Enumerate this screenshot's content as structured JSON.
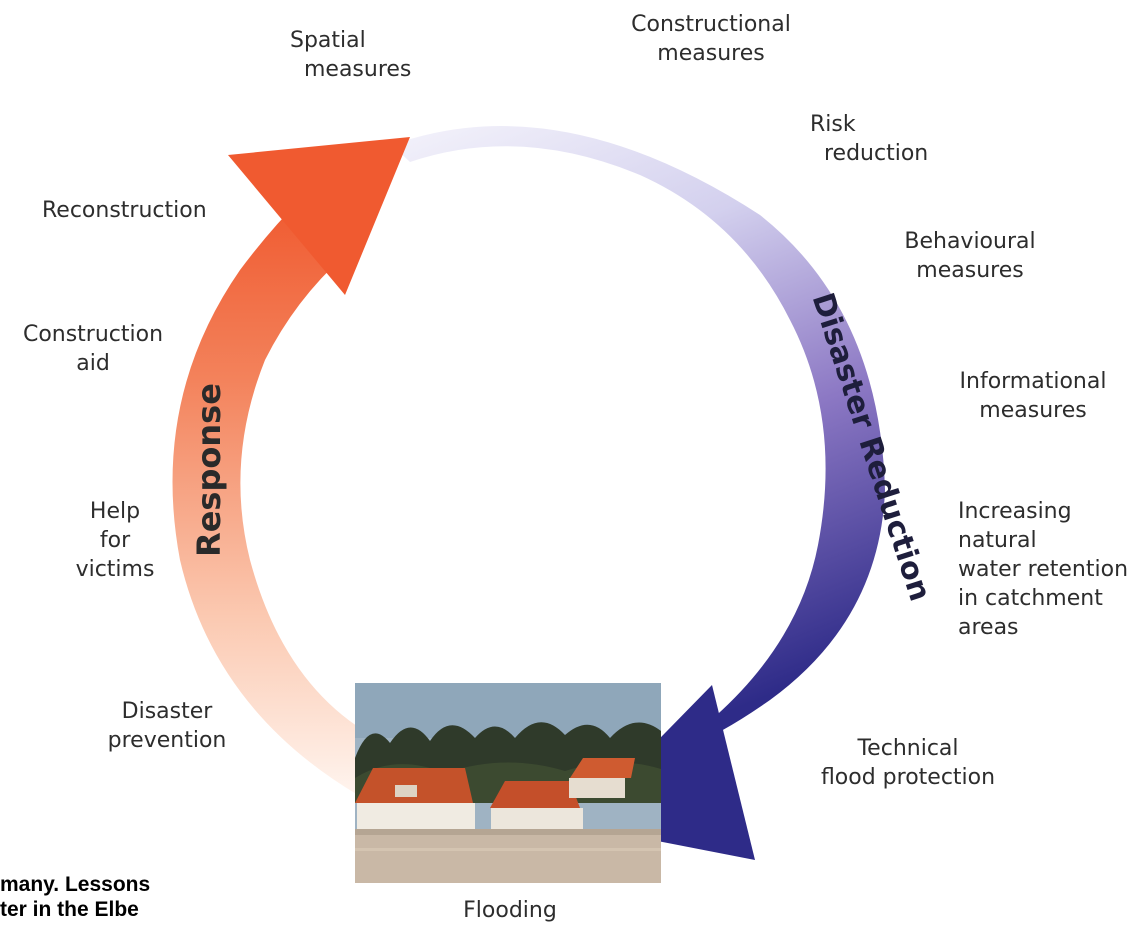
{
  "diagram": {
    "arcs": {
      "response": {
        "label": "Response",
        "color_start": "#fff1ea",
        "color_end": "#f0562f"
      },
      "disaster_reduction": {
        "label": "Disaster Reduction",
        "color_start": "#ecebf8",
        "color_end": "#2b2a86"
      }
    },
    "labels": {
      "spatial_measures": "Spatial\n  measures",
      "constructional_measures": "Constructional\nmeasures",
      "risk_reduction": "Risk\n  reduction",
      "behavioural_measures": "Behavioural\nmeasures",
      "informational_measures": "Informational\nmeasures",
      "increasing_retention": "Increasing\nnatural\nwater retention\nin catchment\nareas",
      "technical_flood_protection": "Technical\nflood protection",
      "reconstruction": "Reconstruction",
      "construction_aid": "Construction\naid",
      "help_for_victims": "Help\nfor\nvictims",
      "disaster_prevention": "Disaster\nprevention",
      "flooding": "Flooding"
    },
    "photo": {
      "subject": "flooded-houses-photo"
    },
    "caption": "many. Lessons\nter in the Elbe"
  }
}
